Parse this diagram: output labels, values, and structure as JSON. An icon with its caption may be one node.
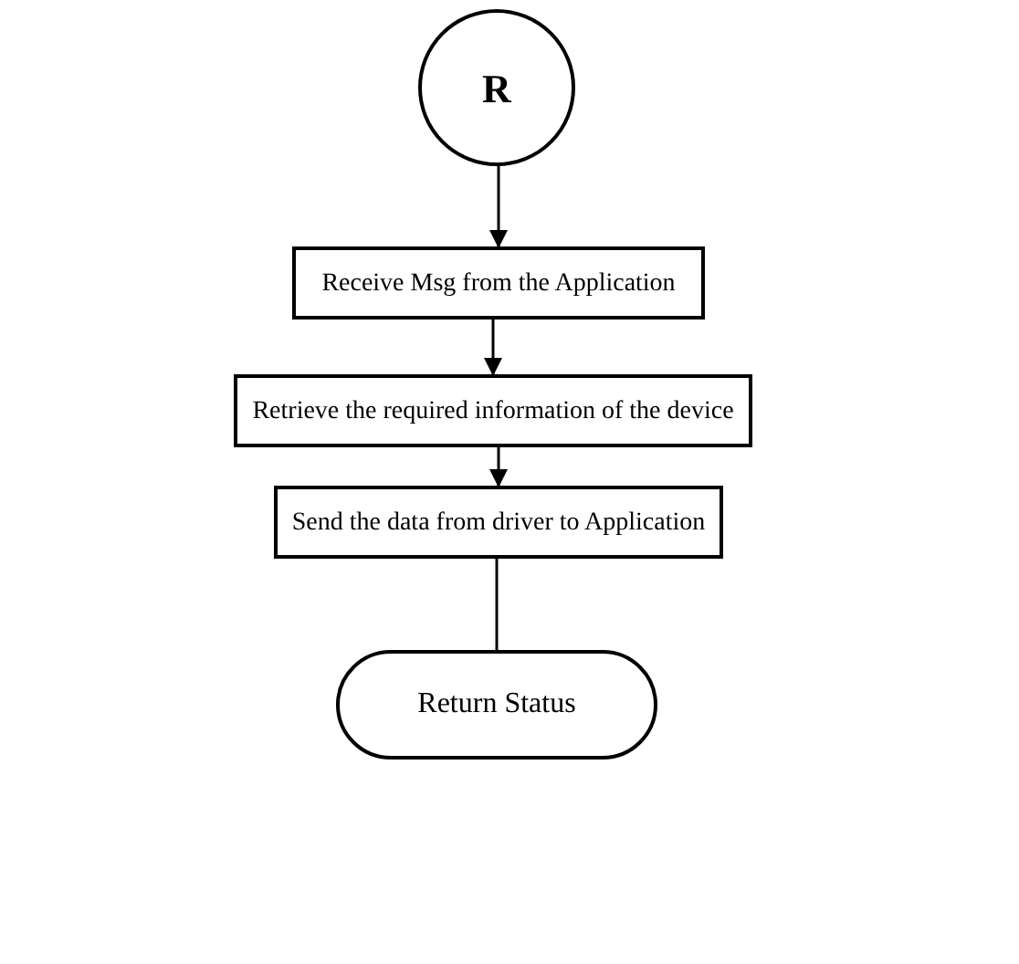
{
  "diagram": {
    "nodes": [
      {
        "text": [
          "R"
        ]
      },
      {
        "text": [
          "Receive Msg from the Application"
        ]
      },
      {
        "text": [
          "Retrieve the required information of the device"
        ]
      },
      {
        "text": [
          "Send the data from driver to Application"
        ]
      },
      {
        "text": [
          "Return Status"
        ]
      }
    ],
    "edges": [
      {
        "from": 0,
        "to": 1,
        "arrow": "to"
      },
      {
        "from": 1,
        "to": 2,
        "arrow": "to"
      },
      {
        "from": 2,
        "to": 3,
        "arrow": "to"
      },
      {
        "from": 3,
        "to": 4,
        "arrow": "none"
      }
    ]
  }
}
